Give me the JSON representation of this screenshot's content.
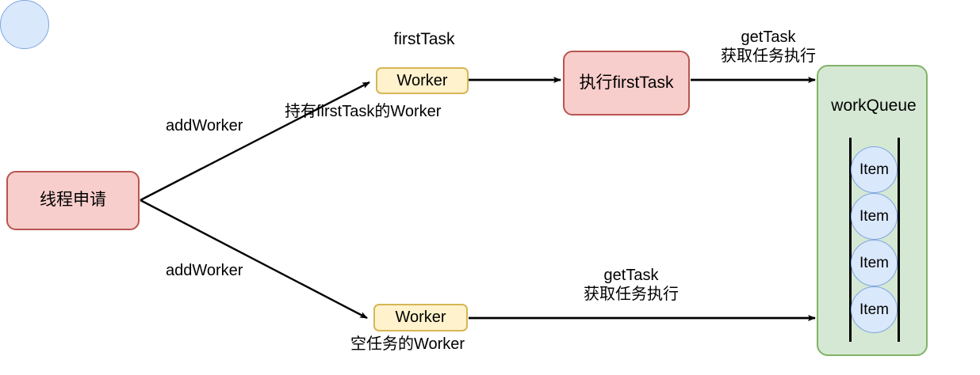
{
  "diagram": {
    "title": "Thread pool worker / workQueue flow",
    "nodes": {
      "thread_request": {
        "label": "线程申请",
        "fill": "#f8cecc",
        "stroke": "#b85450"
      },
      "worker_top": {
        "label": "Worker",
        "fill": "#fff2cc",
        "stroke": "#d6b656"
      },
      "worker_bottom": {
        "label": "Worker",
        "fill": "#fff2cc",
        "stroke": "#d6b656"
      },
      "first_task": {
        "label": "firstTask",
        "fill": "#dae8fc",
        "stroke": "#7ea6e0"
      },
      "exec_first_task": {
        "label": "执行firstTask",
        "fill": "#f8cecc",
        "stroke": "#b85450"
      },
      "work_queue": {
        "label": "workQueue",
        "fill": "#d5e8d4",
        "stroke": "#82b366"
      }
    },
    "queue_items": [
      {
        "label": "Item"
      },
      {
        "label": "Item"
      },
      {
        "label": "Item"
      },
      {
        "label": "Item"
      }
    ],
    "edge_labels": {
      "add_worker_top": "addWorker",
      "add_worker_bottom": "addWorker",
      "hold_first_task_worker": "持有firstTask的Worker",
      "empty_task_worker": "空任务的Worker",
      "get_task_top": "getTask\n获取任务执行",
      "get_task_bottom": "getTask\n获取任务执行"
    }
  }
}
